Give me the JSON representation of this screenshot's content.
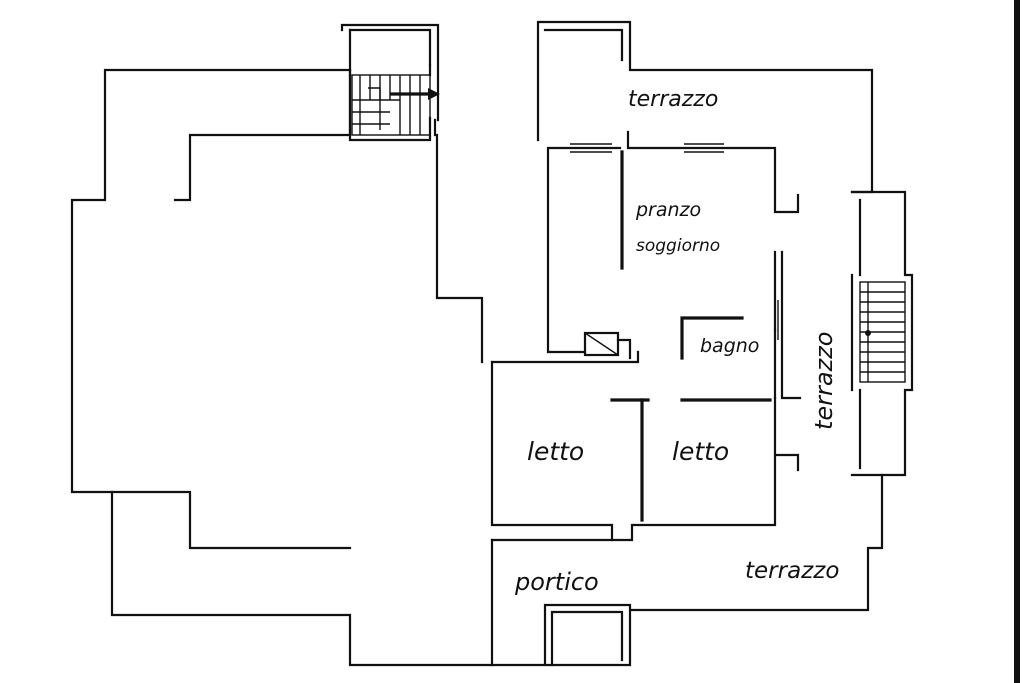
{
  "labels": {
    "terrazzo_top": "terrazzo",
    "pranzo": "pranzo",
    "soggiorno": "soggiorno",
    "bagno": "bagno",
    "terrazzo_right": "terrazzo",
    "letto_left": "letto",
    "letto_right": "letto",
    "portico": "portico",
    "terrazzo_bottom": "terrazzo"
  },
  "colors": {
    "ink": "#111111",
    "paper": "#ffffff"
  }
}
